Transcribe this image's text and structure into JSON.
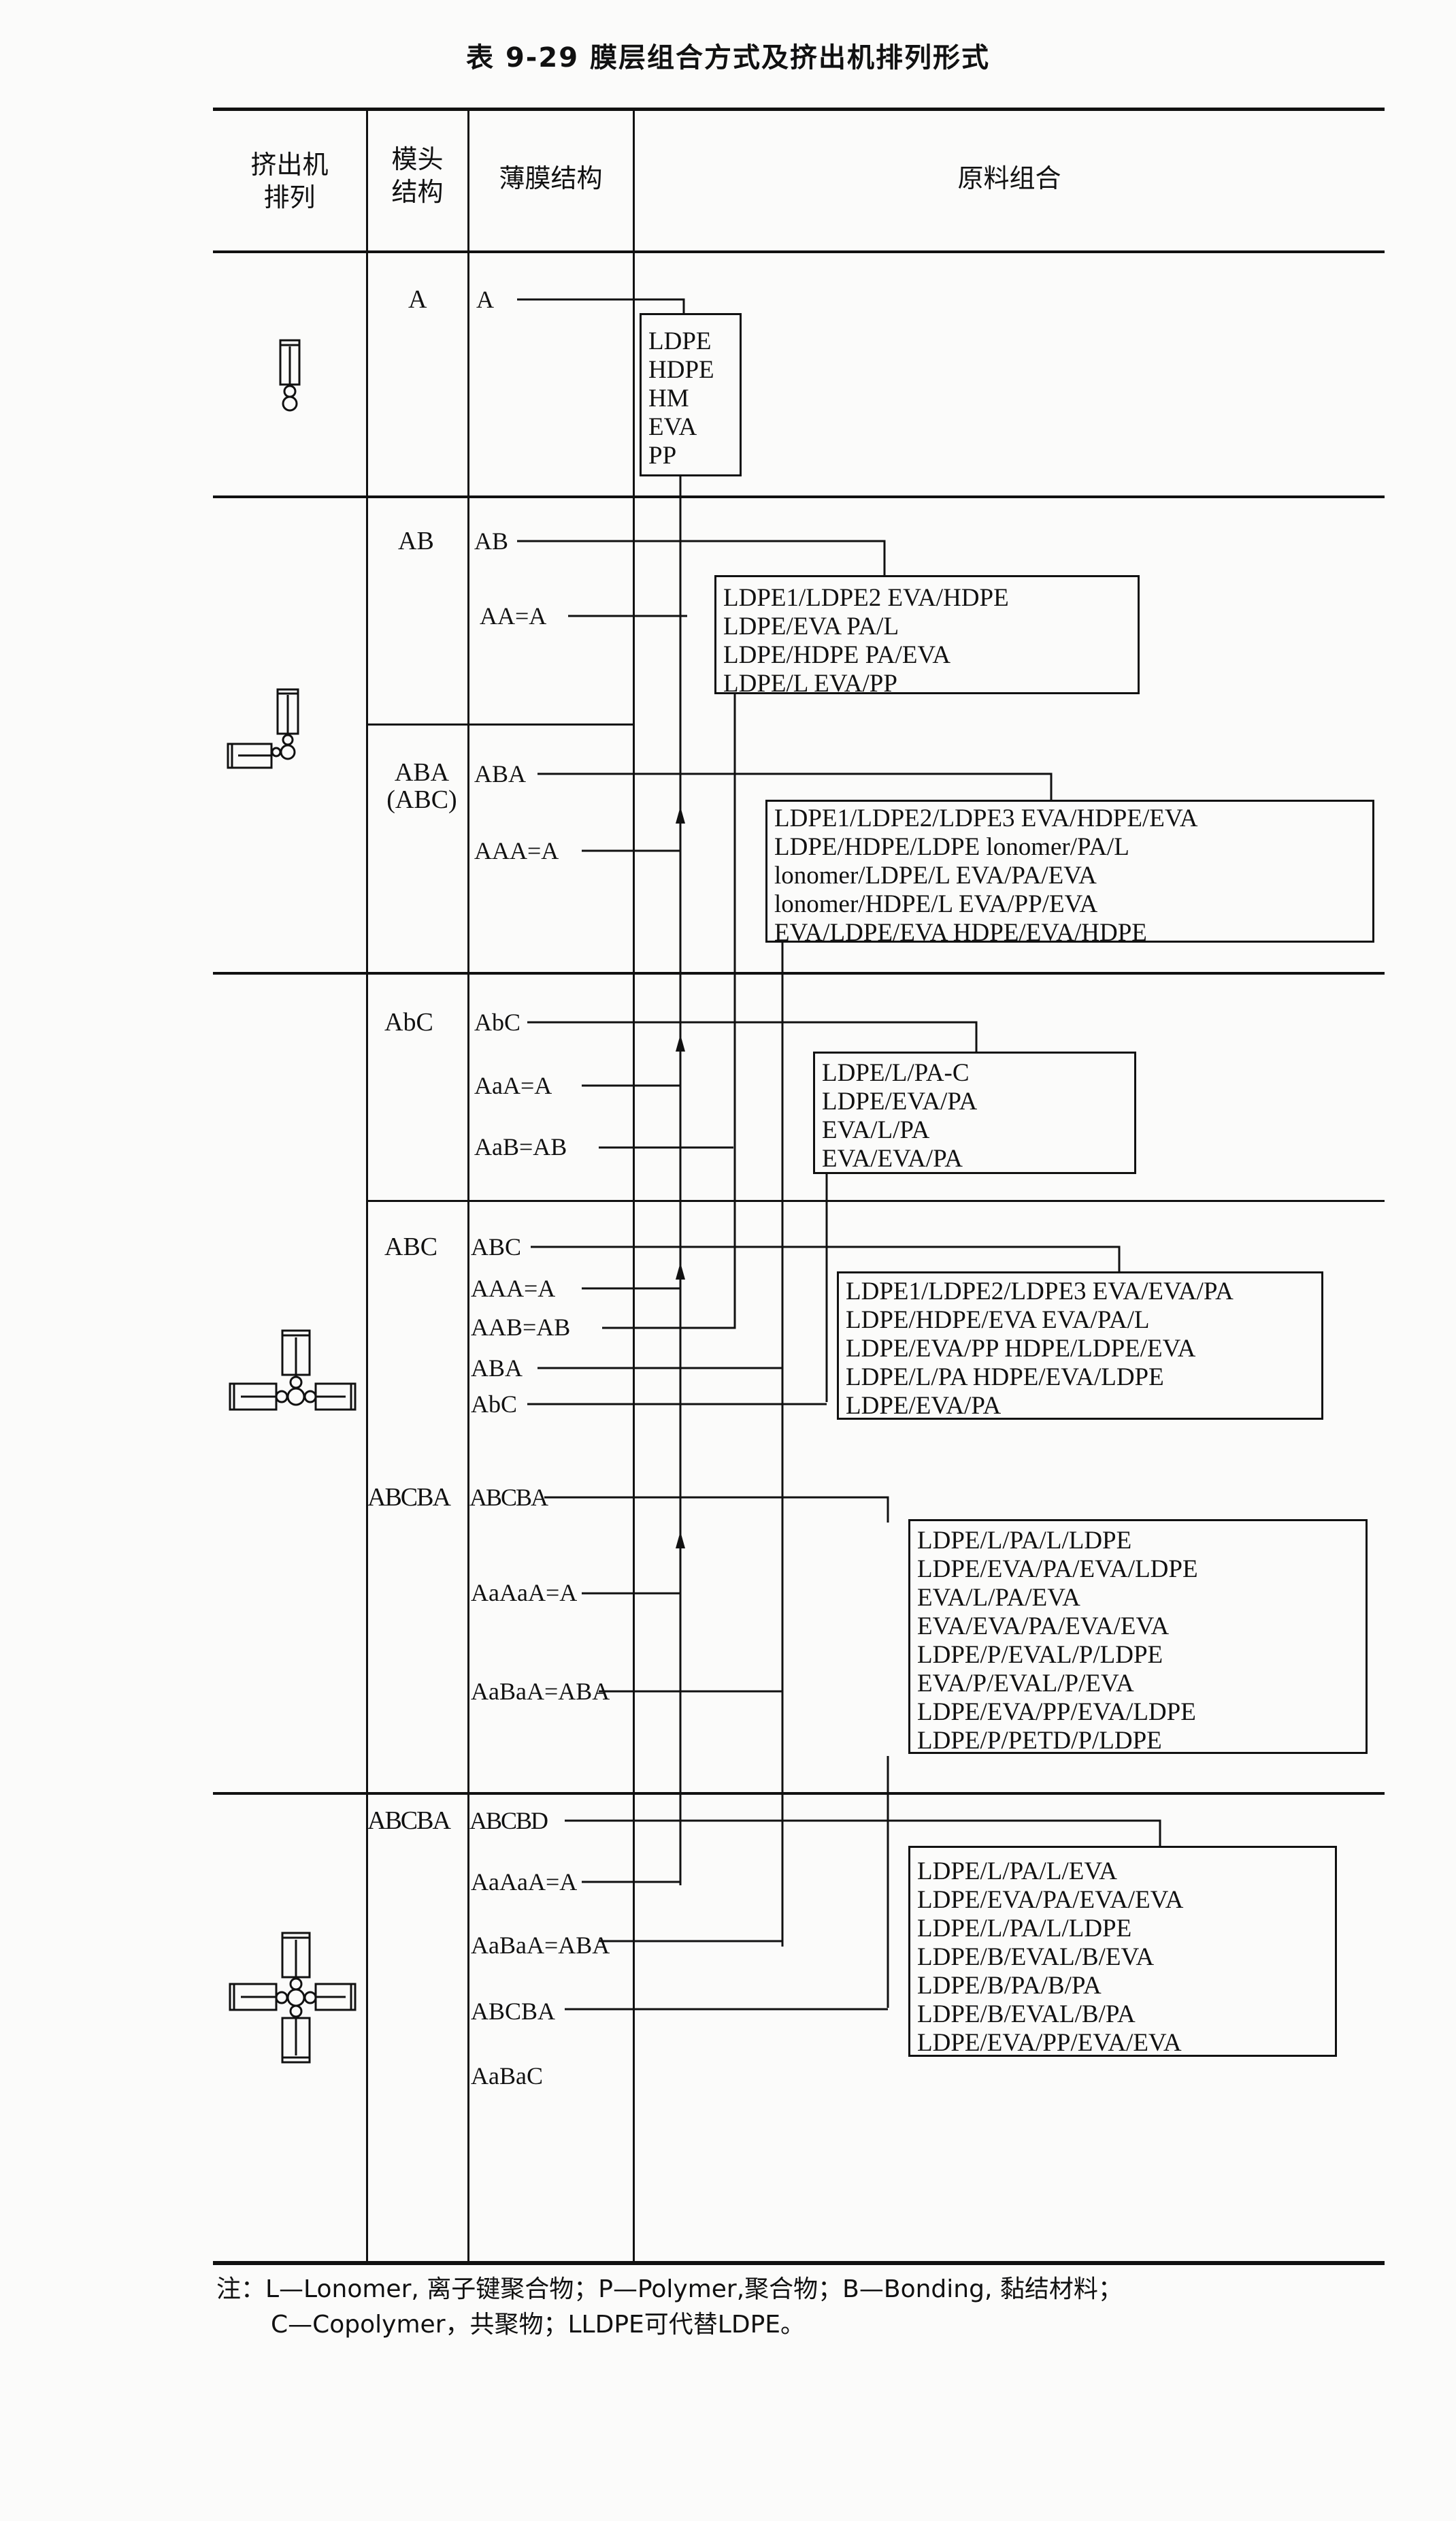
{
  "title": "表 9-29   膜层组合方式及挤出机排列形式",
  "header": {
    "extruder_arrangement": [
      "挤出机",
      "排列"
    ],
    "die_structure": [
      "模头",
      "结构"
    ],
    "film_structure": "薄膜结构",
    "material_combination": "原料组合"
  },
  "sections": [
    {
      "extruder_icon": "single-extruder-icon",
      "die": "A",
      "films": [
        "A"
      ],
      "materials": [
        "LDPE",
        "HDPE",
        "HM",
        "EVA",
        "PP"
      ]
    },
    {
      "extruder_icon": "two-extruder-icon",
      "die": "AB",
      "films": [
        "AB",
        "AA=A"
      ],
      "materials": [
        "LDPE1/LDPE2 EVA/HDPE",
        "LDPE/EVA PA/L",
        "LDPE/HDPE PA/EVA",
        "LDPE/L EVA/PP"
      ]
    },
    {
      "extruder_icon": "",
      "die": "ABA\n(ABC)",
      "die_lines": [
        "ABA",
        "(ABC)"
      ],
      "films": [
        "ABA",
        "AAA=A"
      ],
      "materials": [
        "LDPE1/LDPE2/LDPE3 EVA/HDPE/EVA",
        "LDPE/HDPE/LDPE lonomer/PA/L",
        "lonomer/LDPE/L EVA/PA/EVA",
        "lonomer/HDPE/L EVA/PP/EVA",
        "EVA/LDPE/EVA HDPE/EVA/HDPE"
      ]
    },
    {
      "extruder_icon": "three-extruder-icon",
      "die": "AbC",
      "films": [
        "AbC",
        "AaA=A",
        "AaB=AB"
      ],
      "materials": [
        "LDPE/L/PA-C",
        "LDPE/EVA/PA",
        "EVA/L/PA",
        "EVA/EVA/PA"
      ]
    },
    {
      "extruder_icon": "",
      "die": "ABC",
      "films": [
        "ABC",
        "AAA=A",
        "AAB=AB",
        "ABA",
        "AbC"
      ],
      "materials": [
        "LDPE1/LDPE2/LDPE3  EVA/EVA/PA",
        "LDPE/HDPE/EVA EVA/PA/L",
        "LDPE/EVA/PP HDPE/LDPE/EVA",
        "LDPE/L/PA HDPE/EVA/LDPE",
        "LDPE/EVA/PA"
      ]
    },
    {
      "extruder_icon": "",
      "die": "ABCBA",
      "films": [
        "ABCBA",
        "AaAaA=A",
        "AaBaA=ABA"
      ],
      "materials": [
        "LDPE/L/PA/L/LDPE",
        "LDPE/EVA/PA/EVA/LDPE",
        "EVA/L/PA/EVA",
        "EVA/EVA/PA/EVA/EVA",
        "LDPE/P/EVAL/P/LDPE",
        "EVA/P/EVAL/P/EVA",
        "LDPE/EVA/PP/EVA/LDPE",
        "LDPE/P/PETD/P/LDPE"
      ]
    },
    {
      "extruder_icon": "four-extruder-icon",
      "die": "ABCBA",
      "films": [
        "ABCBD",
        "AaAaA=A",
        "AaBaA=ABA",
        "ABCBA",
        "AaBaC"
      ],
      "materials": [
        "LDPE/L/PA/L/EVA",
        "LDPE/EVA/PA/EVA/EVA",
        "LDPE/L/PA/L/LDPE",
        "LDPE/B/EVAL/B/EVA",
        "LDPE/B/PA/B/PA",
        "LDPE/B/EVAL/B/PA",
        "LDPE/EVA/PP/EVA/EVA"
      ]
    }
  ],
  "note": {
    "line1": "注：L—Lonomer, 离子键聚合物；P—Polymer,聚合物；B—Bonding, 黏结材料；",
    "line2": "C—Copolymer，共聚物；LLDPE可代替LDPE。"
  }
}
